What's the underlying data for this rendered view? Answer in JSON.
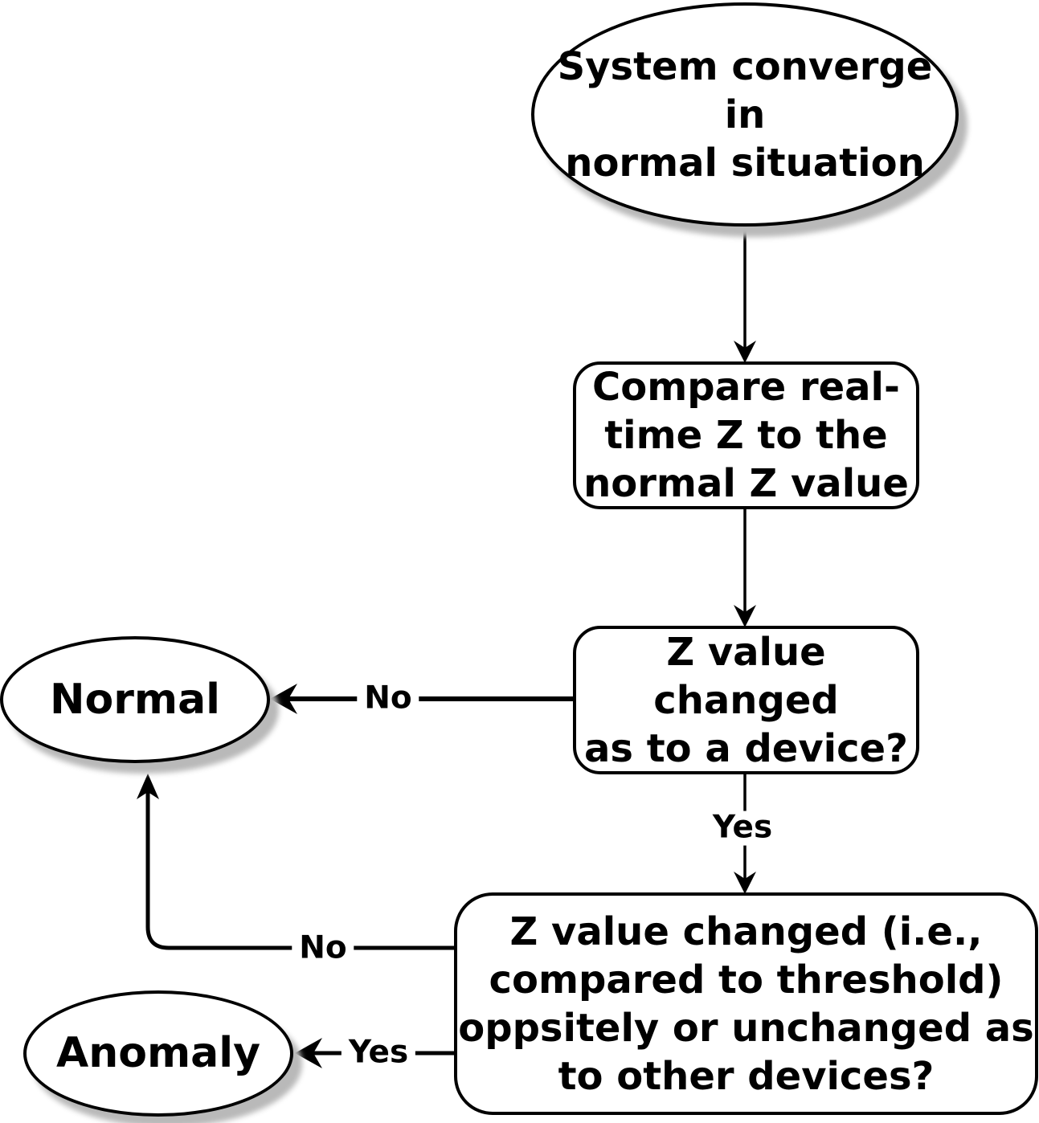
{
  "flowchart": {
    "nodes": {
      "start": {
        "type": "terminal-ellipse",
        "label": "System converge in\nnormal situation"
      },
      "compare": {
        "type": "process-box",
        "label": "Compare real-\ntime Z to the\nnormal Z value"
      },
      "device_decision": {
        "type": "decision-box",
        "label": "Z value changed\nas to a device?"
      },
      "normal": {
        "type": "terminal-ellipse",
        "label": "Normal"
      },
      "other_decision": {
        "type": "decision-box",
        "label": "Z value changed (i.e.,\ncompared to threshold)\noppsitely or unchanged as\nto other devices?"
      },
      "anomaly": {
        "type": "terminal-ellipse",
        "label": "Anomaly"
      }
    },
    "edges": {
      "start_to_compare": {
        "from": "start",
        "to": "compare",
        "label": ""
      },
      "compare_to_device": {
        "from": "compare",
        "to": "device_decision",
        "label": ""
      },
      "device_no": {
        "from": "device_decision",
        "to": "normal",
        "label": "No"
      },
      "device_yes": {
        "from": "device_decision",
        "to": "other_decision",
        "label": "Yes"
      },
      "other_no": {
        "from": "other_decision",
        "to": "normal",
        "label": "No"
      },
      "other_yes": {
        "from": "other_decision",
        "to": "anomaly",
        "label": "Yes"
      }
    },
    "colors": {
      "stroke": "#000000",
      "fill": "#ffffff",
      "shadow": "#b9b9b9"
    }
  }
}
